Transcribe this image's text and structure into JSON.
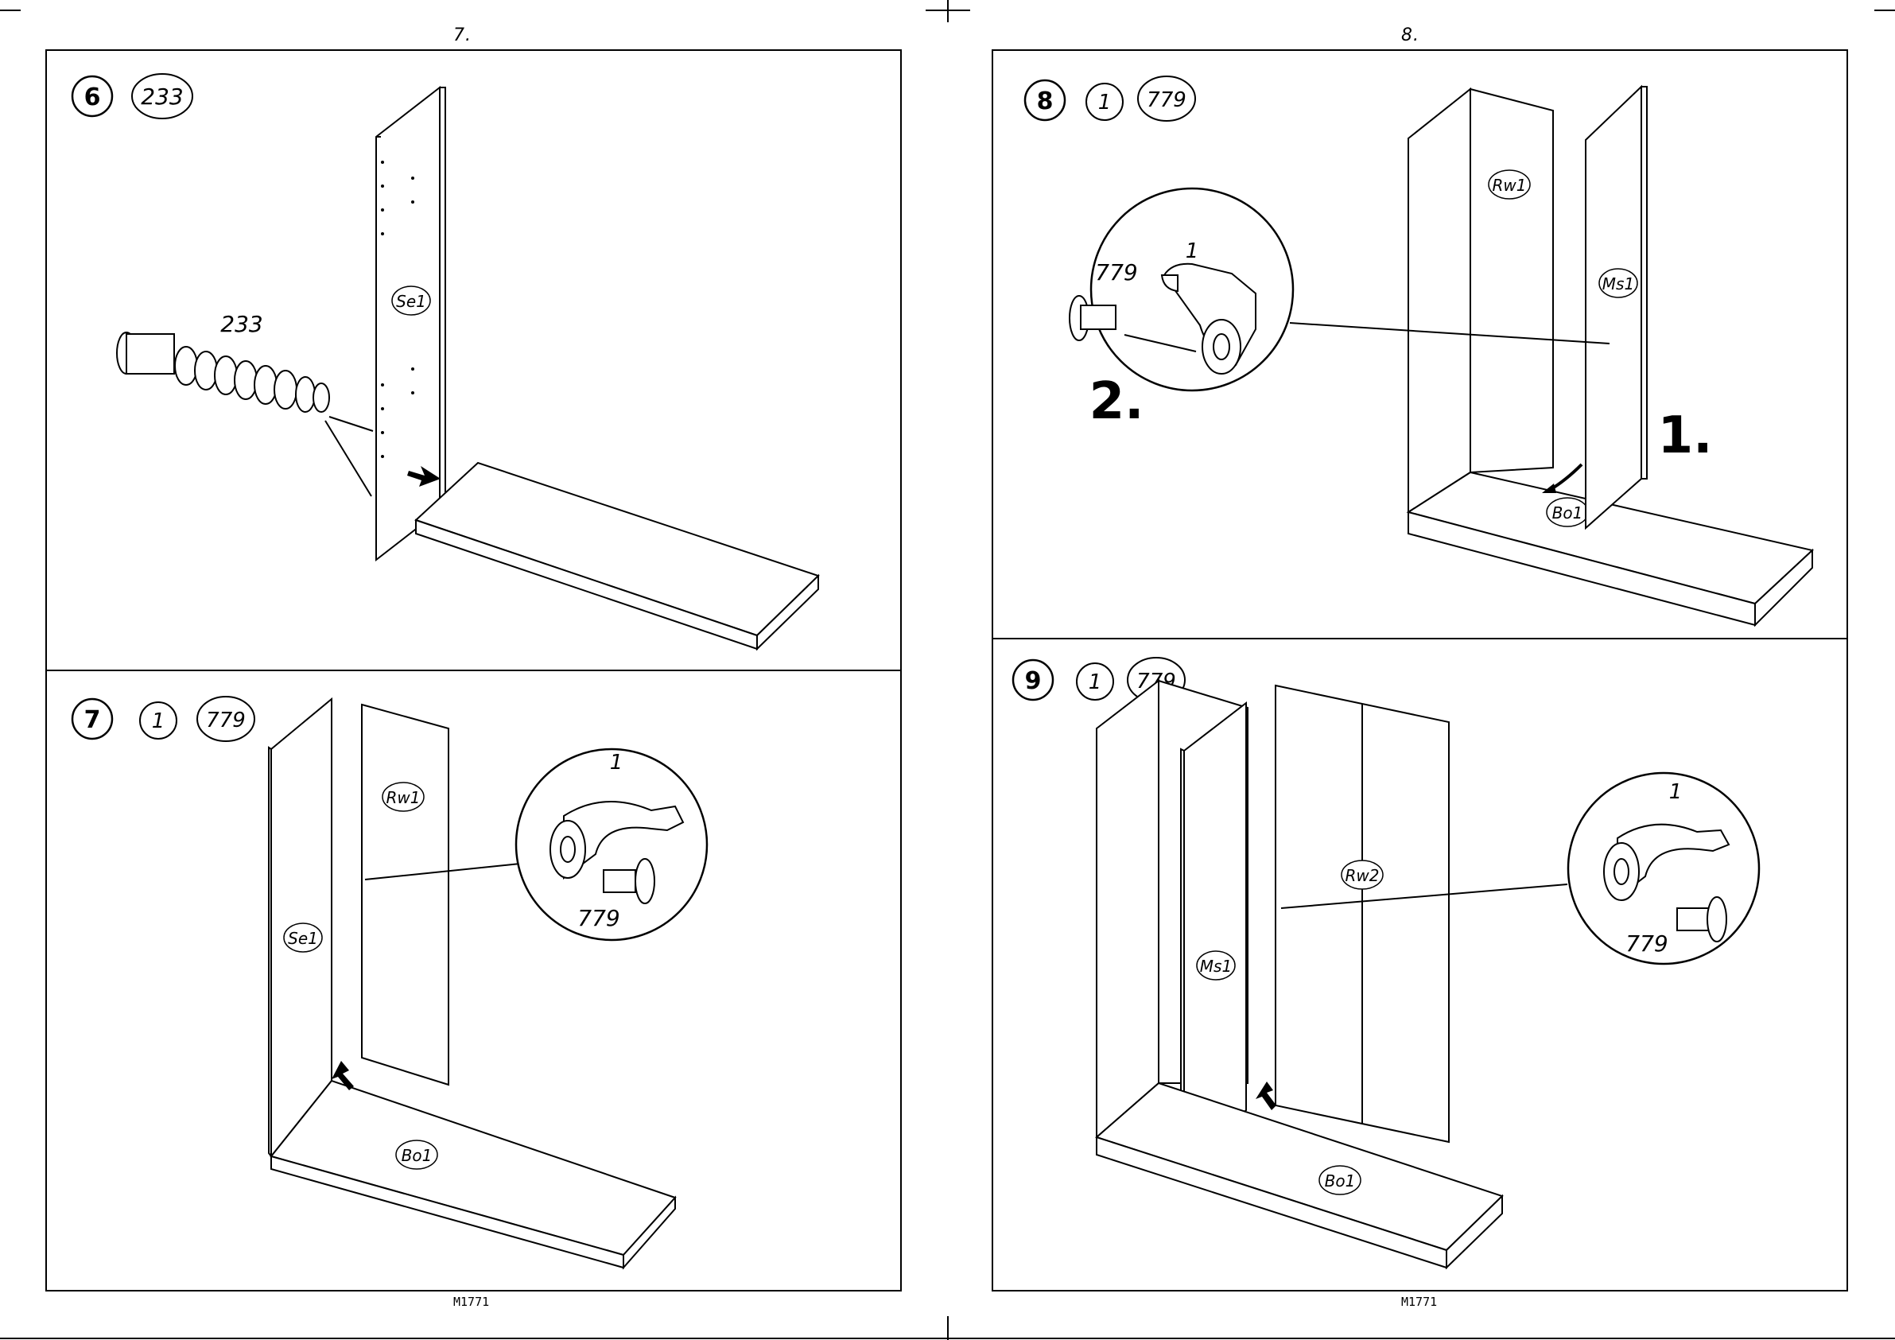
{
  "document": {
    "left_page_number": "7.",
    "right_page_number": "8.",
    "left_footer_code": "M1771",
    "right_footer_code": "M1771"
  },
  "steps": [
    {
      "step_number": "6",
      "hardware": [
        "233"
      ],
      "callouts": {
        "hardware_label": "233"
      },
      "parts": [
        "Se1"
      ]
    },
    {
      "step_number": "7",
      "hardware": [
        "1",
        "779"
      ],
      "callouts": {
        "top_label": "1",
        "bottom_label": "779"
      },
      "parts": [
        "Rw1",
        "Se1",
        "Bo1"
      ]
    },
    {
      "step_number": "8",
      "hardware": [
        "1",
        "779"
      ],
      "callouts": {
        "top_label": "1",
        "left_label": "779",
        "order_2": "2.",
        "order_1": "1."
      },
      "parts": [
        "Rw1",
        "Ms1",
        "Bo1"
      ]
    },
    {
      "step_number": "9",
      "hardware": [
        "1",
        "779"
      ],
      "callouts": {
        "top_label": "1",
        "bottom_label": "779"
      },
      "parts": [
        "Rw2",
        "Ms1",
        "Bo1"
      ]
    }
  ]
}
